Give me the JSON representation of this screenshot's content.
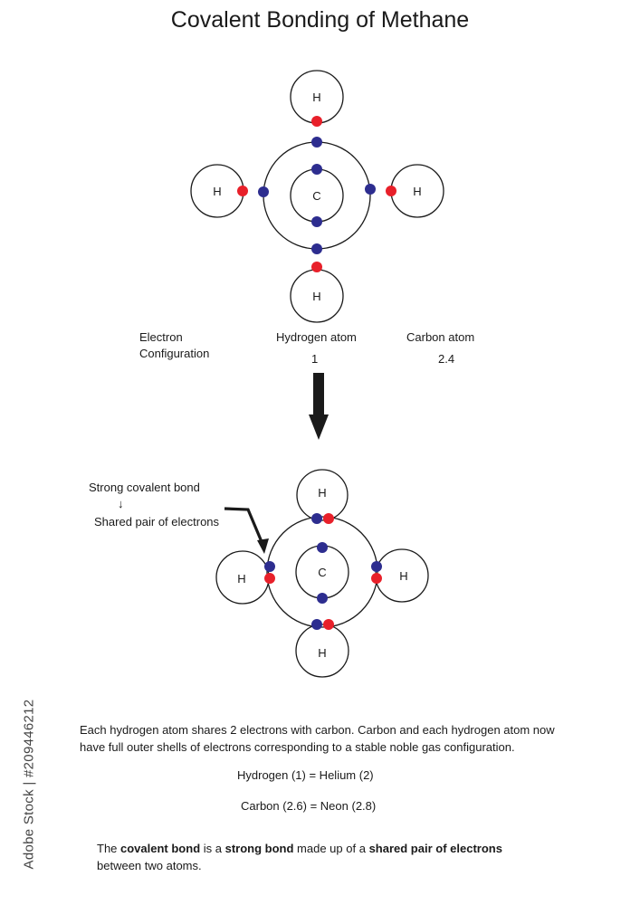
{
  "title": "Covalent Bonding of Methane",
  "atom_labels": {
    "carbon": "C",
    "hydrogen": "H"
  },
  "colors": {
    "line": "#1a1a1a",
    "electron_carbon": "#2d2d8f",
    "electron_hydrogen": "#e8202a",
    "background": "#ffffff"
  },
  "electron_config": {
    "heading_line1": "Electron",
    "heading_line2": "Configuration",
    "hydrogen_label": "Hydrogen atom",
    "hydrogen_value": "1",
    "carbon_label": "Carbon atom",
    "carbon_value": "2.4"
  },
  "bond_annotation": {
    "line1": "Strong covalent bond",
    "arrow": "↓",
    "line2": "Shared pair of electrons"
  },
  "explanation": {
    "paragraph": "Each hydrogen atom shares  2 electrons with carbon. Carbon and each hydrogen atom now have full outer shells of electrons corresponding to a stable noble gas configuration.",
    "hydrogen_equation": "Hydrogen (1)  =  Helium (2)",
    "carbon_equation": "Carbon (2.6) = Neon (2.8)"
  },
  "definition": {
    "part1": "The ",
    "bold1": "covalent bond",
    "part2": " is a ",
    "bold2": "strong bond",
    "part3": " made up of a ",
    "bold3": "shared pair of electrons",
    "part4": " between two atoms."
  },
  "watermark": "Adobe Stock | #209446212"
}
